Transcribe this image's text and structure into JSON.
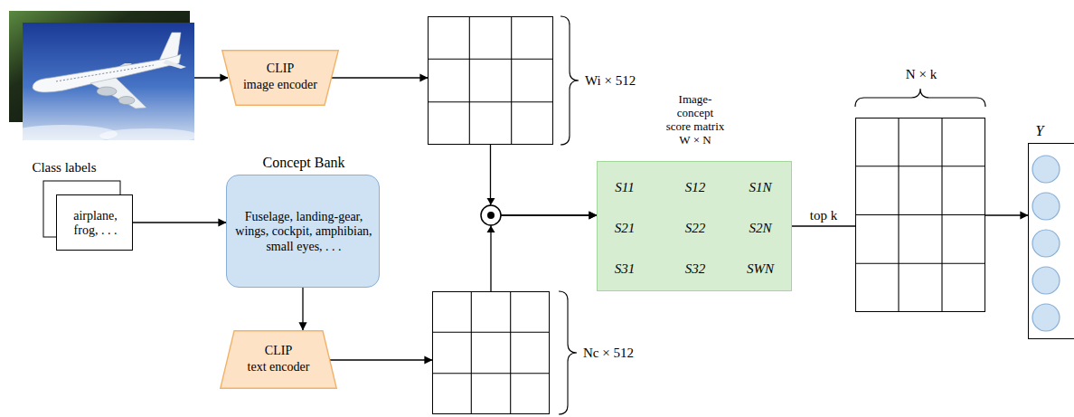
{
  "diagram": {
    "nodes": [
      {
        "text": [
          "CLIP",
          "image encoder"
        ]
      },
      {
        "text": [
          "Wi × 512"
        ]
      },
      {
        "text": [
          "Class labels",
          "airplane, frog, . . ."
        ]
      },
      {
        "text": [
          "Concept Bank",
          "Fuselage, landing-gear, wings, cockpit, amphibian, small eyes, . . ."
        ]
      },
      {
        "text": [
          "CLIP",
          "text encoder"
        ]
      },
      {
        "text": [
          "Nc × 512"
        ]
      },
      {
        "text": [
          "Image-concept score matrix W × N",
          "S11",
          "S12",
          "S1N",
          "S21",
          "S22",
          "S2N",
          "S31",
          "S32",
          "SWN"
        ]
      },
      {
        "text": [
          "N × k"
        ]
      },
      {
        "text": [
          "Y"
        ]
      }
    ],
    "edges": [
      {
        "from": 0,
        "to": 1,
        "arrow": "to"
      },
      {
        "from": 2,
        "to": 3,
        "arrow": "to"
      },
      {
        "from": 3,
        "to": 4,
        "arrow": "to"
      },
      {
        "from": 4,
        "to": 5,
        "arrow": "to"
      },
      {
        "from": 1,
        "to": 6,
        "arrow": "to"
      },
      {
        "from": 5,
        "to": 6,
        "arrow": "to"
      },
      {
        "from": 6,
        "to": 7,
        "label": "top k",
        "arrow": "none"
      },
      {
        "from": 7,
        "to": 8,
        "arrow": "to"
      }
    ]
  }
}
